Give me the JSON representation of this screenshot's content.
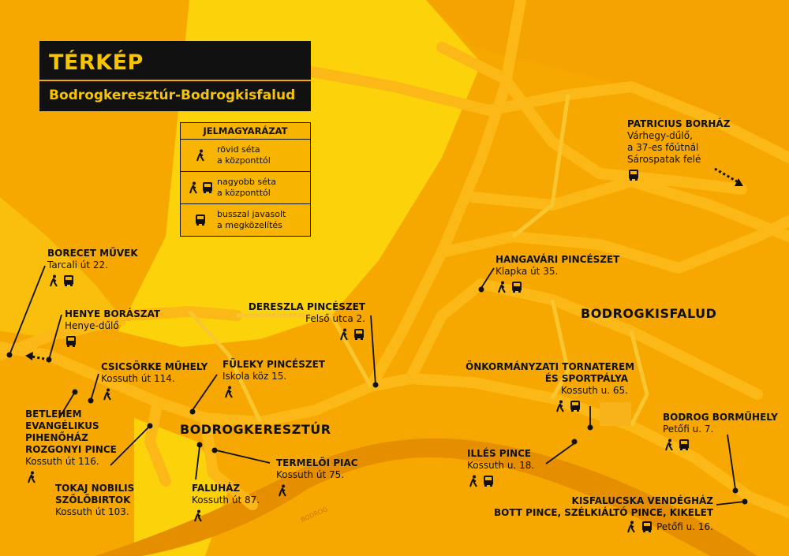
{
  "title": "TÉRKÉP",
  "subtitle": "Bodrogkeresztúr-Bodrogkisfalud",
  "legend": {
    "heading": "JELMAGYARÁZAT",
    "items": [
      {
        "text1": "rövid séta",
        "text2": "a központtól",
        "icons": [
          "walk-icon"
        ]
      },
      {
        "text1": "nagyobb séta",
        "text2": "a központtól",
        "icons": [
          "walk-icon",
          "bus-icon"
        ]
      },
      {
        "text1": "busszal javasolt",
        "text2": "a megközelítés",
        "icons": [
          "bus-icon"
        ]
      }
    ]
  },
  "towns": {
    "keresztur": "BODROGKERESZTÚR",
    "kisfalud": "BODROGKISFALUD"
  },
  "river": {
    "label": "BODROG"
  },
  "pois": {
    "borecet": {
      "name": "BORECET MŰVEK",
      "address": "Tarcali út 22."
    },
    "henye": {
      "name": "HENYE BORÁSZAT",
      "address": "Henye-dűlő"
    },
    "csicsorke": {
      "name": "CSICSÖRKE MŰHELY",
      "address": "Kossuth út 114."
    },
    "betlehem": {
      "name1": "BETLEHEM",
      "name2": "EVANGÉLIKUS",
      "name3": "PIHENŐHÁZ",
      "name4": "ROZGONYI PINCE",
      "address": "Kossuth út 116."
    },
    "tokaj": {
      "name1": "TOKAJ NOBILIS",
      "name2": "SZŐLŐBIRTOK",
      "address": "Kossuth út 103."
    },
    "fuleky": {
      "name": "FÜLEKY PINCÉSZET",
      "address": "Iskola köz 15."
    },
    "dereszla": {
      "name": "DERESZLA PINCÉSZET",
      "address": "Felső utca 2."
    },
    "falujaz": {
      "name": "FALUHÁZ",
      "address": "Kossuth út 87."
    },
    "termeloi": {
      "name": "TERMELŐI PIAC",
      "address": "Kossuth út 75."
    },
    "hangavari": {
      "name": "HANGAVÁRI PINCÉSZET",
      "address": "Klapka út 35."
    },
    "patricius": {
      "name": "PATRICIUS BORHÁZ",
      "line1": "Várhegy-dűlő,",
      "line2": "a 37-es főútnál",
      "line3": "Sárospatak felé"
    },
    "tornaterem": {
      "name1": "ÖNKORMÁNYZATI  TORNATEREM",
      "name2": "ÉS SPORTPÁLYA",
      "address": "Kossuth u. 65."
    },
    "bodrog": {
      "name": "BODROG BORMŰHELY",
      "address": "Petőfi u. 7."
    },
    "illes": {
      "name": "ILLÉS PINCE",
      "address": "Kossuth u. 18."
    },
    "kisfalucska": {
      "name1": "KISFALUCSKA VENDÉGHÁZ",
      "name2": "BOTT PINCE, SZÉLKIÁLTÓ PINCE, KIKELET",
      "address": "Petőfi u. 16."
    }
  },
  "colors": {
    "background": "#f7a800",
    "light": "#fcd20a",
    "road": "#fbb817",
    "river": "#e58f00",
    "ink": "#111111"
  }
}
